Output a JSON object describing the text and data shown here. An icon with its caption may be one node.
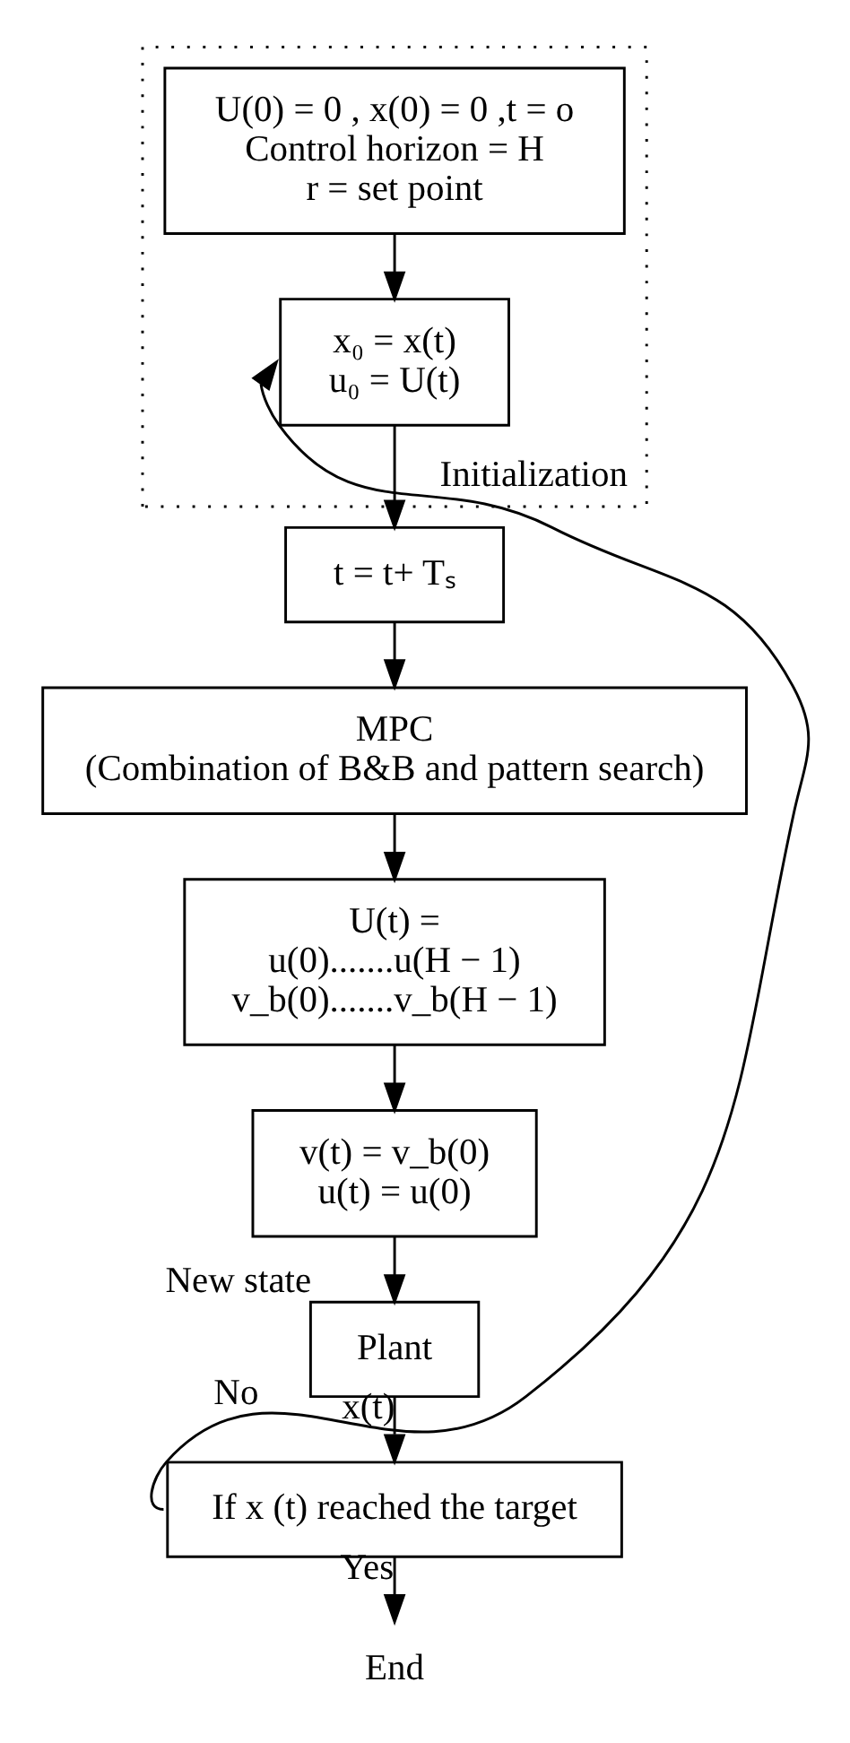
{
  "diagram": {
    "nodes": [
      {
        "text": [
          "Initialization"
        ]
      },
      {
        "text": [
          "U(0) = 0 , x(0) = 0 ,t = o",
          "Control horizon = H",
          "r = set point"
        ],
        "in": 0
      },
      {
        "text": [
          "x₀ = x(t)",
          "u₀ = U(t)"
        ],
        "in": 0
      },
      {
        "text": [
          "t = t+ Tₛ"
        ]
      },
      {
        "text": [
          "MPC",
          "(Combination of B&B and pattern search)"
        ]
      },
      {
        "text": [
          "U(t) =",
          "u(0).......u(H − 1)",
          "v_b(0).......v_b(H − 1)"
        ]
      },
      {
        "text": [
          "v(t) = v_b(0)",
          "u(t) = u(0)"
        ]
      },
      {
        "text": [
          "Plant"
        ],
        "beside": [
          "New state"
        ]
      },
      {
        "text": [
          "If x (t) reached the target"
        ]
      },
      {
        "text": [
          "End"
        ]
      }
    ],
    "edges": [
      {
        "from": 1,
        "to": 2,
        "arrow": "to"
      },
      {
        "from": 2,
        "to": 3,
        "arrow": "to"
      },
      {
        "from": 3,
        "to": 4,
        "arrow": "to"
      },
      {
        "from": 4,
        "to": 5,
        "arrow": "to"
      },
      {
        "from": 5,
        "to": 6,
        "arrow": "to"
      },
      {
        "from": 6,
        "to": 7,
        "arrow": "to"
      },
      {
        "from": 7,
        "to": 8,
        "arrow": "to",
        "label": "x(t)"
      },
      {
        "from": 8,
        "to": 9,
        "arrow": "to",
        "label": "Yes"
      },
      {
        "from": 8,
        "to": 2,
        "arrow": "to",
        "label": "No"
      }
    ]
  }
}
